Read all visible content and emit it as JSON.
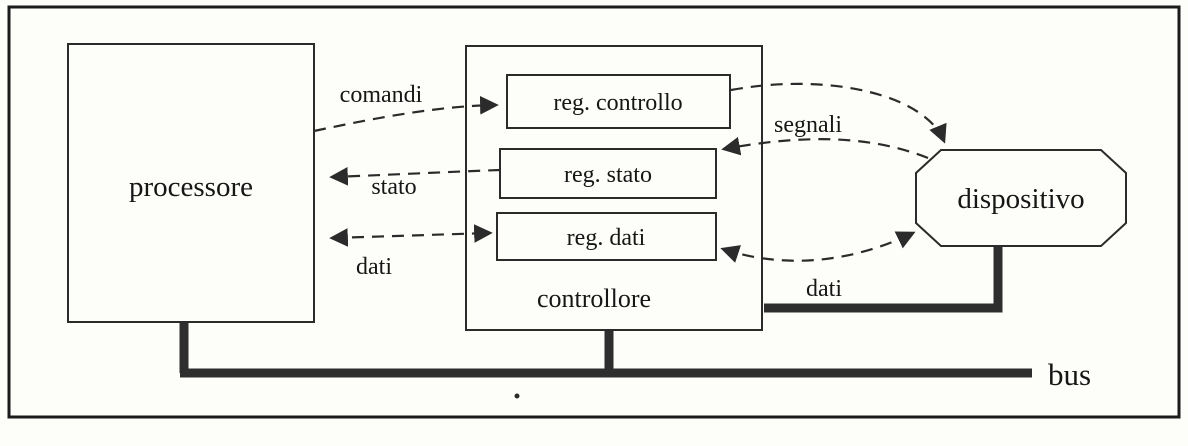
{
  "figure": {
    "nodes": {
      "processore": {
        "label": "processore"
      },
      "controllore": {
        "label": "controllore"
      },
      "reg_controllo": {
        "label": "reg. controllo"
      },
      "reg_stato": {
        "label": "reg. stato"
      },
      "reg_dati": {
        "label": "reg. dati"
      },
      "dispositivo": {
        "label": "dispositivo"
      }
    },
    "arrows": {
      "comandi": {
        "label": "comandi"
      },
      "stato": {
        "label": "stato"
      },
      "dati_processore": {
        "label": "dati"
      },
      "segnali": {
        "label": "segnali"
      },
      "dati_dispositivo": {
        "label": "dati"
      }
    },
    "bus": {
      "label": "bus"
    },
    "colors": {
      "line": "#2b2b2b",
      "paper": "#fdfdfa"
    }
  }
}
